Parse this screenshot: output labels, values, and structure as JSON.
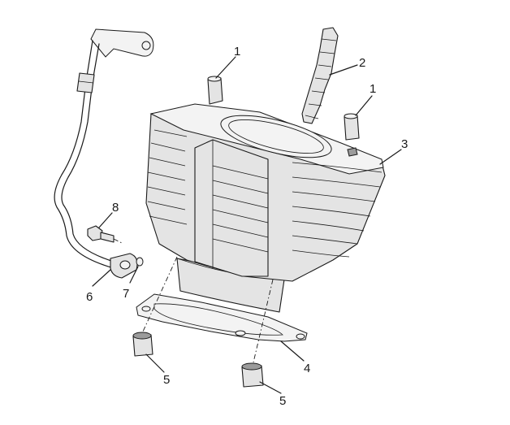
{
  "callouts": [
    {
      "id": "dowel-top-left",
      "label": "1"
    },
    {
      "id": "dowel-top-right",
      "label": "1"
    },
    {
      "id": "gasket-strip",
      "label": "2"
    },
    {
      "id": "cylinder",
      "label": "3"
    },
    {
      "id": "base-gasket",
      "label": "4"
    },
    {
      "id": "dowel-bottom-left",
      "label": "5"
    },
    {
      "id": "dowel-bottom-right",
      "label": "5"
    },
    {
      "id": "oil-pipe",
      "label": "6"
    },
    {
      "id": "o-ring",
      "label": "7"
    },
    {
      "id": "bolt",
      "label": "8"
    }
  ],
  "colors": {
    "line": "#1a1a1a",
    "part_fill": "#e4e4e4",
    "highlight": "#f3f3f3",
    "shadow": "#9b9b9b"
  }
}
